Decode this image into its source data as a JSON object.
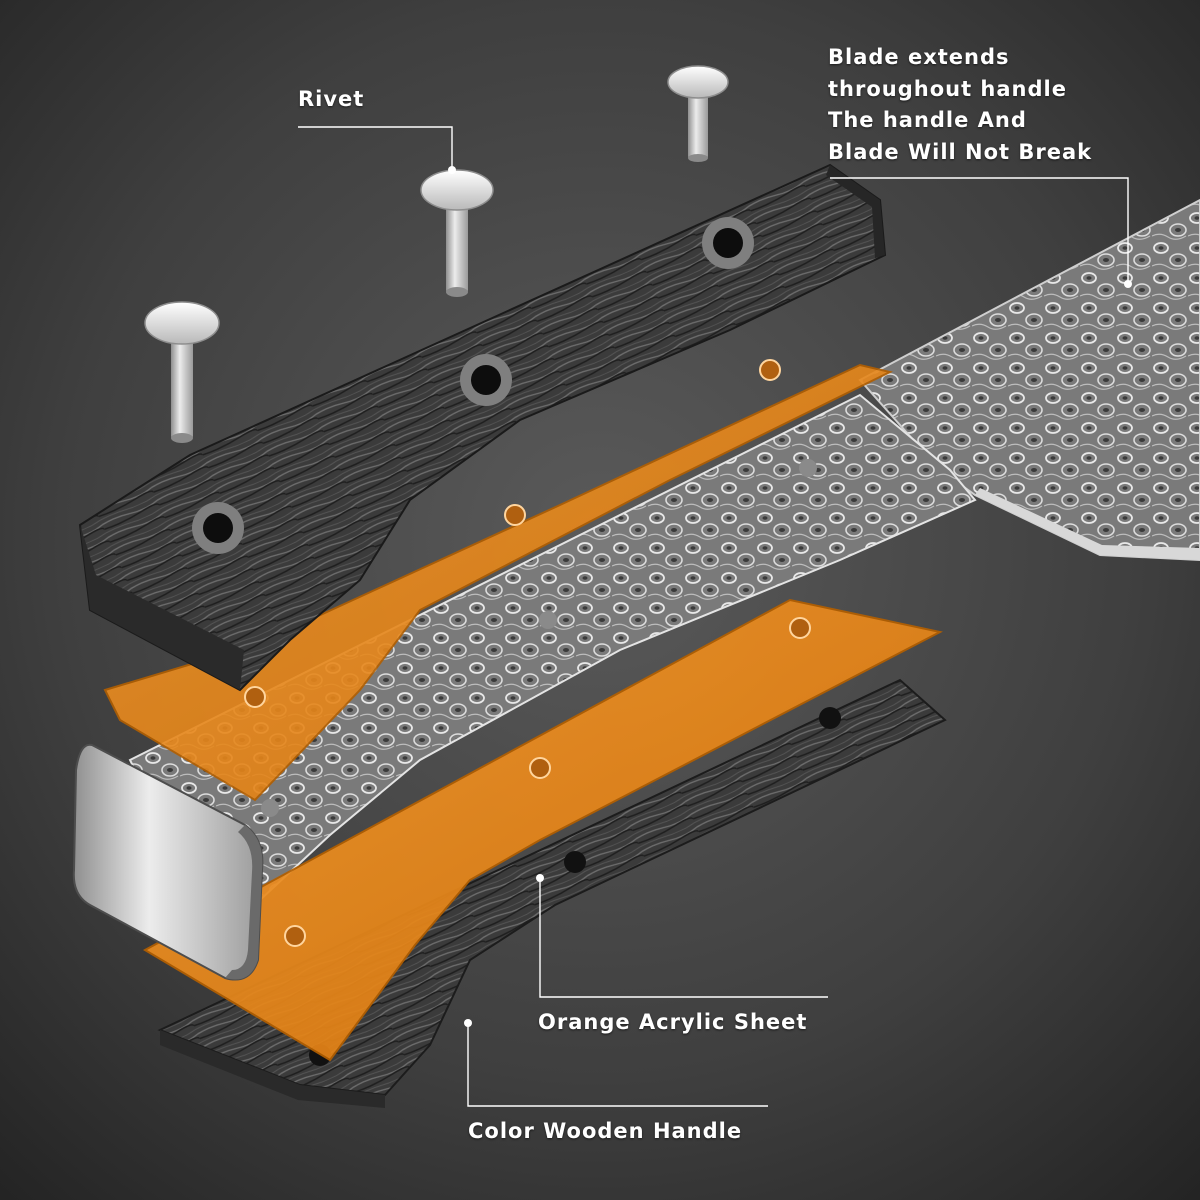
{
  "callouts": {
    "rivet": "Rivet",
    "blade_lines": [
      "Blade extends",
      "throughout handle",
      "The handle And",
      "Blade Will Not Break"
    ],
    "acrylic": "Orange Acrylic Sheet",
    "handle": "Color Wooden Handle"
  },
  "colors": {
    "background": "#3a3a3a",
    "acrylic": "#f08a1c",
    "wood_dark": "#2e2e2e",
    "wood_light": "#6b6b6b",
    "damascus_steel": "#8d8d8d",
    "rivet_metal": "#c9c9c9",
    "callout_text": "#ffffff"
  }
}
